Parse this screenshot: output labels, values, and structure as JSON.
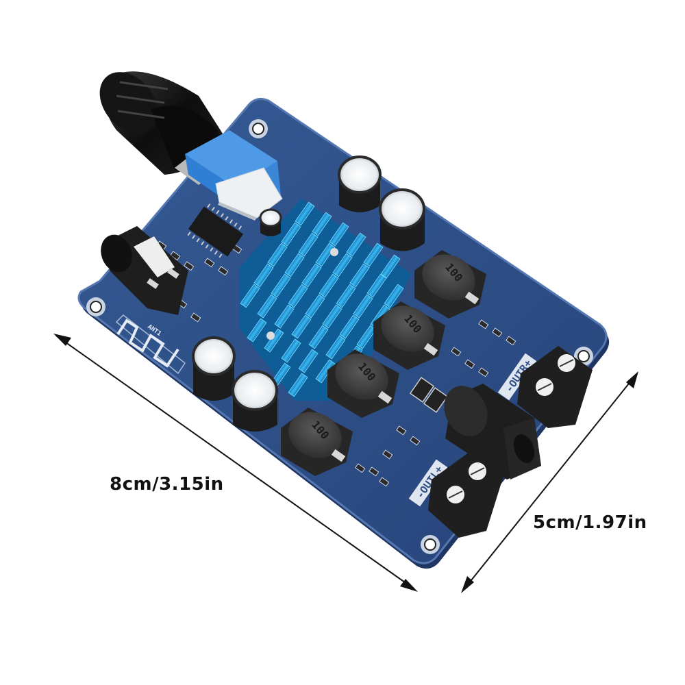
{
  "product": {
    "description": "Dual-channel class-D Bluetooth audio amplifier board",
    "colors": {
      "background": "#ffffff",
      "pcb_blue": "#2f4f86",
      "pcb_edge": "#4f73ad",
      "heatsink": "#1e9ee0",
      "heatsink_highlight": "#5fd2ff",
      "component_black": "#1b1b1b",
      "silkscreen": "#dfe6f0",
      "potentiometer_blue": "#2f7fd4"
    }
  },
  "dimensions": {
    "length_label": "8cm/3.15in",
    "width_label": "5cm/1.97in"
  },
  "silkscreen": {
    "output_right": "-OUTR+",
    "output_left": "-OUTL+",
    "antenna": "ANT1",
    "inductor_marking": "100"
  },
  "components": {
    "volume_knob": "black ribbed knob",
    "potentiometer": "blue/white rotary potentiometer",
    "audio_jack": "3.5mm audio input jack",
    "heatsink": "blue finned aluminium heatsink",
    "inductors": [
      "100",
      "100",
      "100",
      "100"
    ],
    "capacitors": 4,
    "dc_jack": "DC power input jack",
    "terminals": [
      "OUTR",
      "OUTL"
    ]
  }
}
